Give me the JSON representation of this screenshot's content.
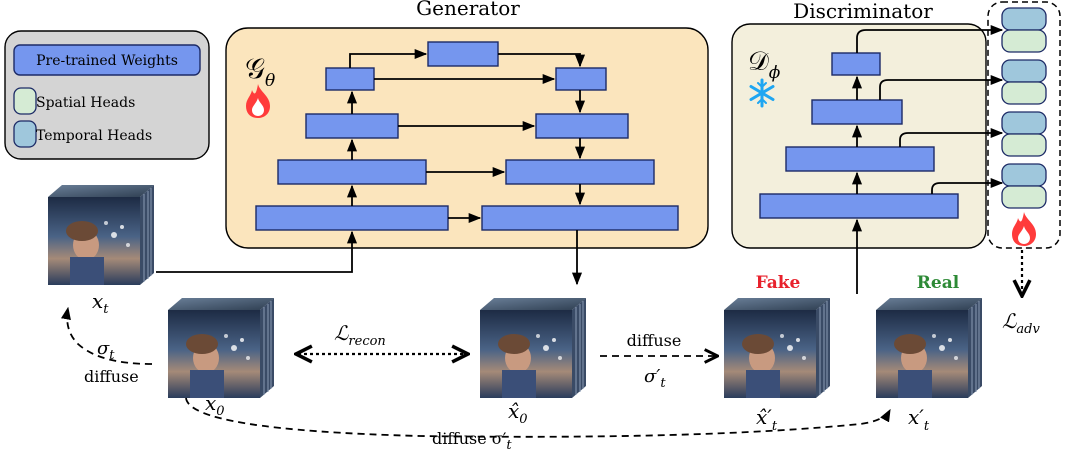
{
  "legend": {
    "pretrained": "Pre-trained Weights",
    "spatial": "Spatial Heads",
    "temporal": "Temporal Heads"
  },
  "generator": {
    "title": "Generator",
    "symbol": "𝒢",
    "symbol_sub": "θ"
  },
  "discriminator": {
    "title": "Discriminator",
    "symbol": "𝒟",
    "symbol_sub": "ϕ"
  },
  "labels": {
    "x_t": "x",
    "x_t_sub": "t",
    "x_0": "x",
    "x_0_sub": "0",
    "x0_hat": "x̂",
    "x0_hat_sub": "0",
    "xt_hat_prime": "x̂′",
    "xt_hat_prime_sub": "t",
    "xt_prime": "x′",
    "xt_prime_sub": "t",
    "fake": "Fake",
    "real": "Real",
    "l_recon": "ℒ",
    "l_recon_sub": "recon",
    "l_adv": "ℒ",
    "l_adv_sub": "adv",
    "sigma_t": "σ",
    "sigma_t_sub": "t",
    "diffuse_left": "diffuse",
    "diffuse_mid": "diffuse",
    "sigma_prime": "σ′",
    "sigma_prime_sub": "t",
    "diffuse_bottom": "diffuse σ′",
    "diffuse_bottom_sub": "t"
  },
  "colors": {
    "generator_bg": "#fbe5bd",
    "discriminator_bg": "#f3efdc",
    "legend_bg": "#d4d4d4",
    "block": "#7596ee",
    "spatial_head": "#d5ebd4",
    "temporal_head": "#9fc7dc",
    "fake": "#e8212c",
    "real": "#2d8a36",
    "fire": "#ff3b3b",
    "snowflake": "#1ea6f2"
  }
}
